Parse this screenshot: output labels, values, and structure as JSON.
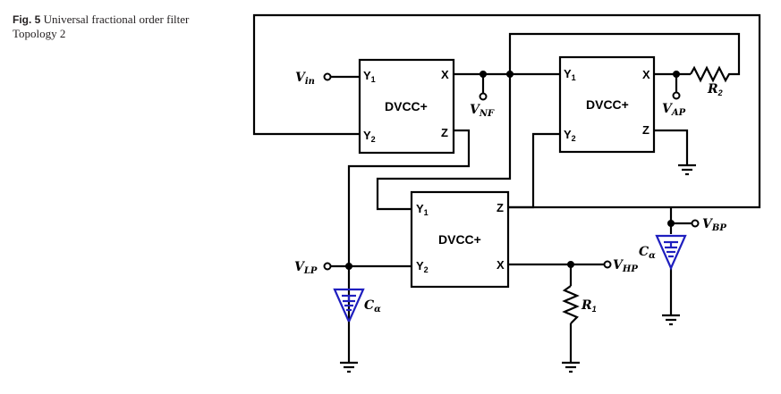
{
  "caption": {
    "label": "Fig. 5",
    "text": "Universal fractional order filter Topology 2"
  },
  "blocks": [
    {
      "name": "DVCC+",
      "ports": {
        "y1": "Y",
        "y2": "Y",
        "x": "X",
        "z": "Z"
      }
    },
    {
      "name": "DVCC+",
      "ports": {
        "y1": "Y",
        "y2": "Y",
        "x": "X",
        "z": "Z"
      }
    },
    {
      "name": "DVCC+",
      "ports": {
        "y1": "Y",
        "y2": "Y",
        "x": "X",
        "z": "Z"
      }
    }
  ],
  "port_subs": {
    "one": "1",
    "two": "2"
  },
  "signals": {
    "vin": {
      "main": "V",
      "sub": "in"
    },
    "vnf": {
      "main": "V",
      "sub": "NF"
    },
    "vap": {
      "main": "V",
      "sub": "AP"
    },
    "vbp": {
      "main": "V",
      "sub": "BP"
    },
    "vlp": {
      "main": "V",
      "sub": "LP"
    },
    "vhp": {
      "main": "V",
      "sub": "HP"
    }
  },
  "components": {
    "r1": {
      "main": "R",
      "sub": "1"
    },
    "r2": {
      "main": "R",
      "sub": "2"
    },
    "c1": {
      "main": "C",
      "sub": "α"
    },
    "c2": {
      "main": "C",
      "sub": "α"
    }
  },
  "colors": {
    "wire": "#000000",
    "capacitor": "#1f1fbf"
  }
}
